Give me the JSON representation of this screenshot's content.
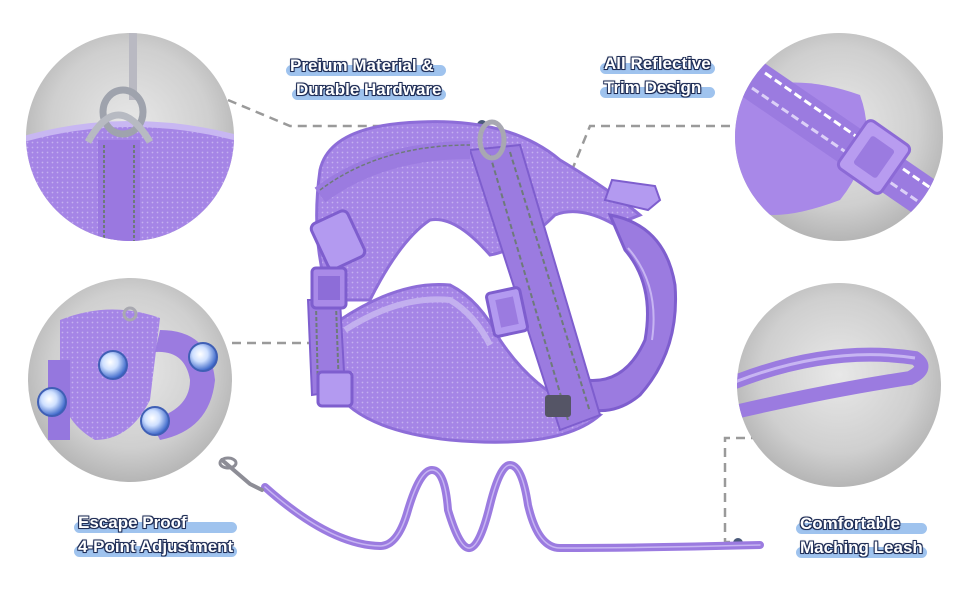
{
  "features": {
    "material": {
      "line1": "Preium Material &",
      "line2": "Durable Hardware"
    },
    "reflective": {
      "line1": "All Reflective",
      "line2": "Trim Design"
    },
    "escape": {
      "line1": "Escape Proof",
      "line2": "4-Point Adjustment"
    },
    "leash": {
      "line1": "Comfortable",
      "line2": "Maching Leash"
    }
  },
  "colors": {
    "harness": "#9b7be0",
    "harness_dark": "#7a5cc6",
    "harness_light": "#c3b0ef",
    "label_highlight": "#9fc3ee",
    "label_outline": "#1e2c55",
    "circle_bg": "#c9c9c9",
    "connector": "#9a9a9a"
  }
}
